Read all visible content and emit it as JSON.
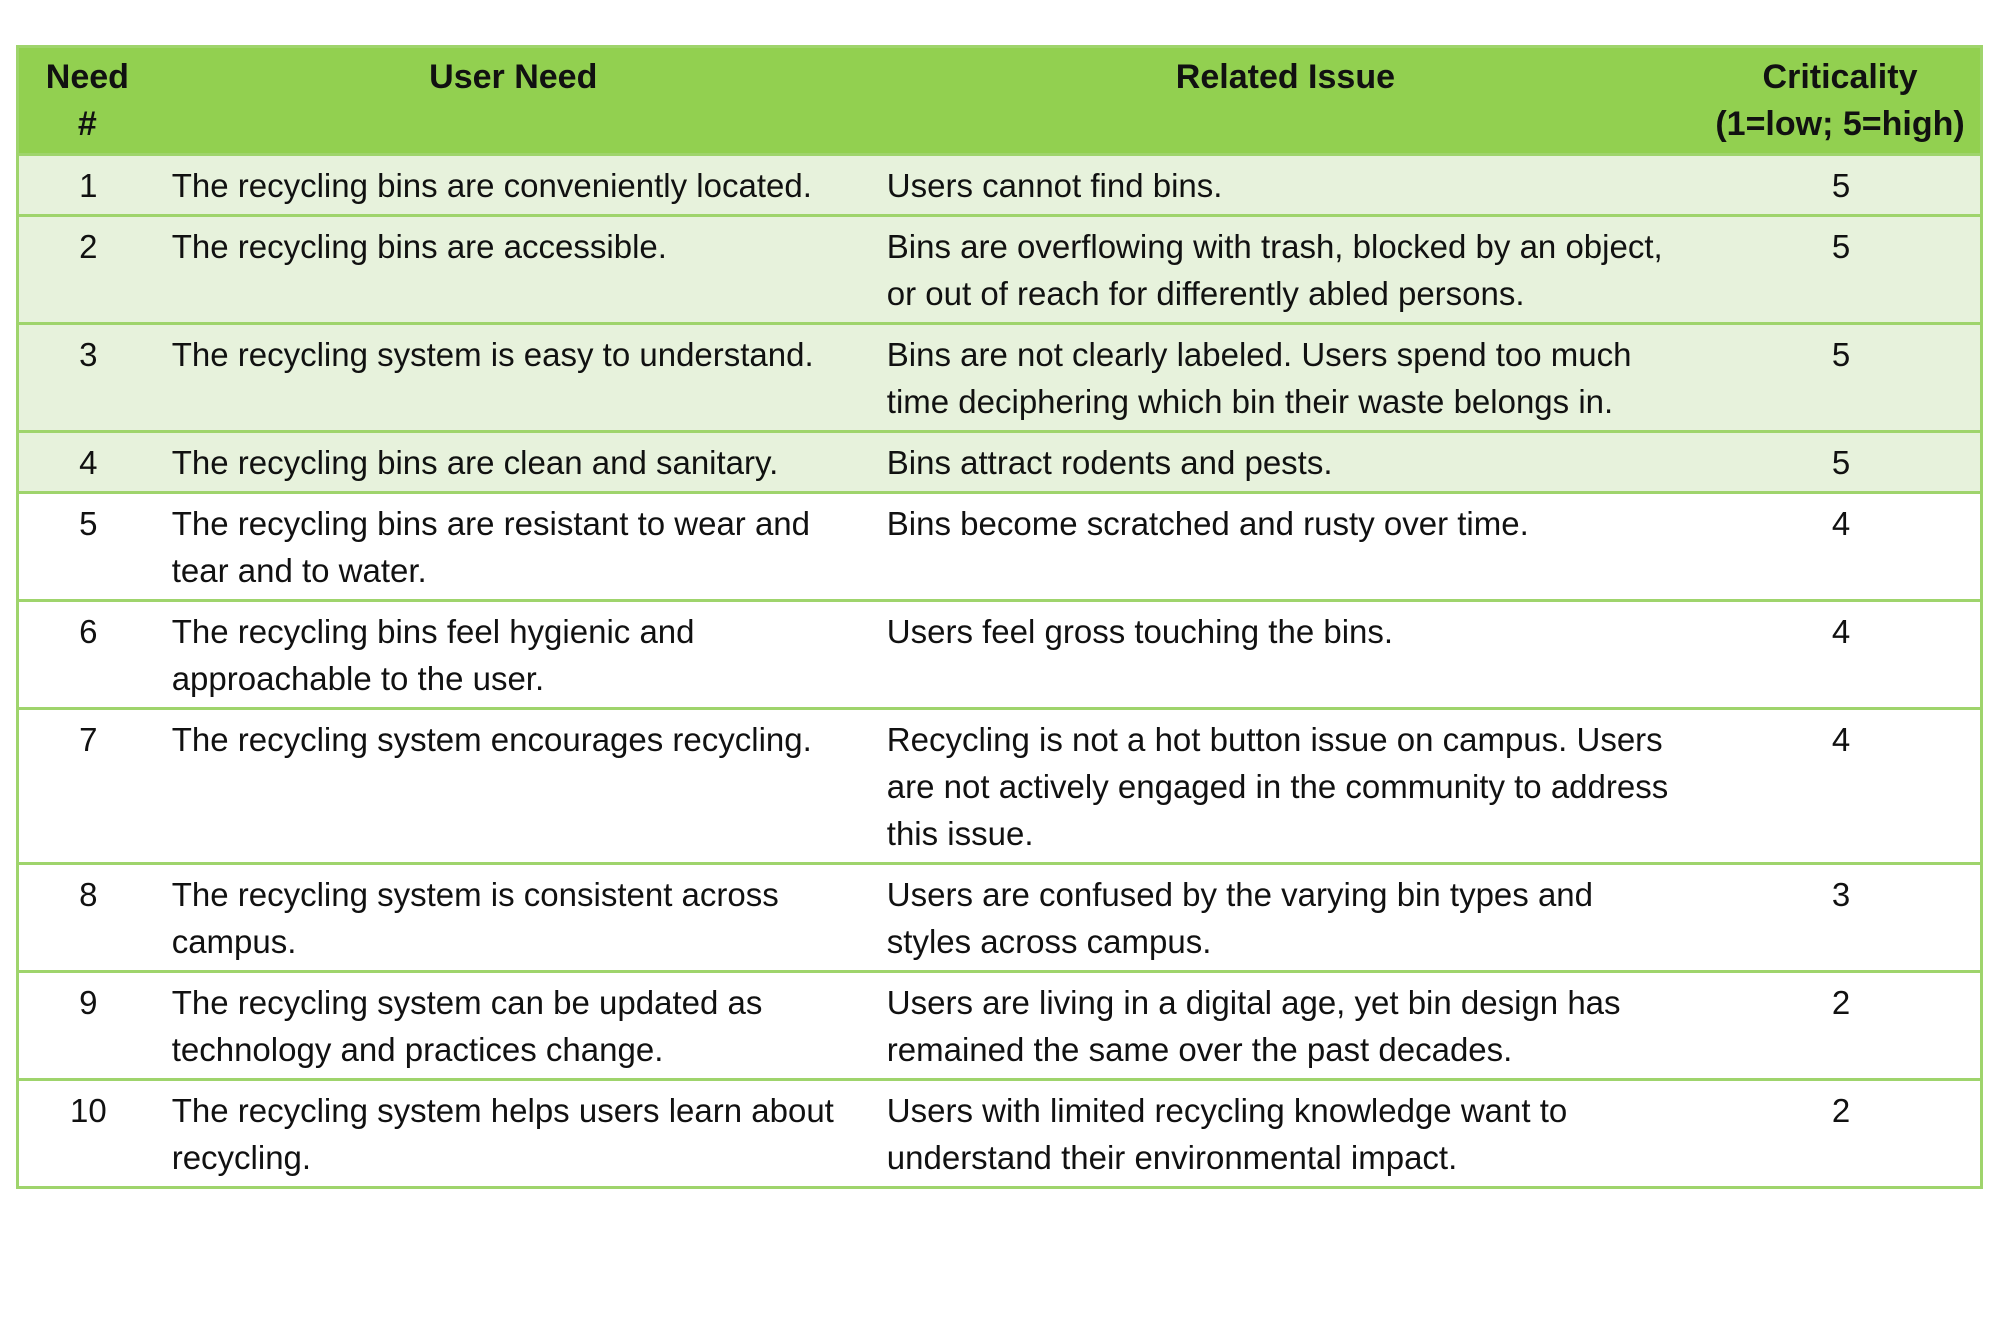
{
  "colors": {
    "header_bg": "#92D050",
    "tint_bg": "#E7F2DC",
    "row_bg": "#FFFFFF",
    "border": "#9FD46C",
    "text": "#111111",
    "page_bg": "#FFFFFF"
  },
  "table": {
    "headers": {
      "need_number": "Need\n#",
      "user_need": "User Need",
      "related_issue": "Related Issue",
      "criticality": "Criticality\n(1=low; 5=high)"
    },
    "rows": [
      {
        "need_no": 1,
        "user_need": "The recycling bins are conveniently located.",
        "related_issue": "Users cannot find bins.",
        "criticality": 5,
        "tinted": true
      },
      {
        "need_no": 2,
        "user_need": "The recycling bins are accessible.",
        "related_issue": "Bins are overflowing with trash, blocked by an object, or out of reach for differently abled persons.",
        "criticality": 5,
        "tinted": true
      },
      {
        "need_no": 3,
        "user_need": "The recycling system is easy to understand.",
        "related_issue": "Bins are not clearly labeled. Users spend too much time deciphering which bin their waste belongs in.",
        "criticality": 5,
        "tinted": true
      },
      {
        "need_no": 4,
        "user_need": "The recycling bins are clean and sanitary.",
        "related_issue": "Bins attract rodents and pests.",
        "criticality": 5,
        "tinted": true
      },
      {
        "need_no": 5,
        "user_need": "The recycling bins are resistant to wear and tear and to water.",
        "related_issue": "Bins become scratched and rusty over time.",
        "criticality": 4,
        "tinted": false
      },
      {
        "need_no": 6,
        "user_need": "The recycling bins feel hygienic and approachable to the user.",
        "related_issue": "Users feel gross touching the bins.",
        "criticality": 4,
        "tinted": false
      },
      {
        "need_no": 7,
        "user_need": "The recycling system encourages recycling.",
        "related_issue": "Recycling is not a hot button issue on campus. Users are not actively engaged in the community to address this issue.",
        "criticality": 4,
        "tinted": false
      },
      {
        "need_no": 8,
        "user_need": "The recycling system is consistent across campus.",
        "related_issue": "Users are confused by the varying bin types and styles across campus.",
        "criticality": 3,
        "tinted": false
      },
      {
        "need_no": 9,
        "user_need": "The recycling system can be updated as technology and practices change.",
        "related_issue": "Users are living in a digital age, yet bin design has remained the same over the past decades.",
        "criticality": 2,
        "tinted": false
      },
      {
        "need_no": 10,
        "user_need": "The recycling system helps users learn about recycling.",
        "related_issue": "Users with limited recycling knowledge want to understand their environmental impact.",
        "criticality": 2,
        "tinted": false
      }
    ]
  }
}
